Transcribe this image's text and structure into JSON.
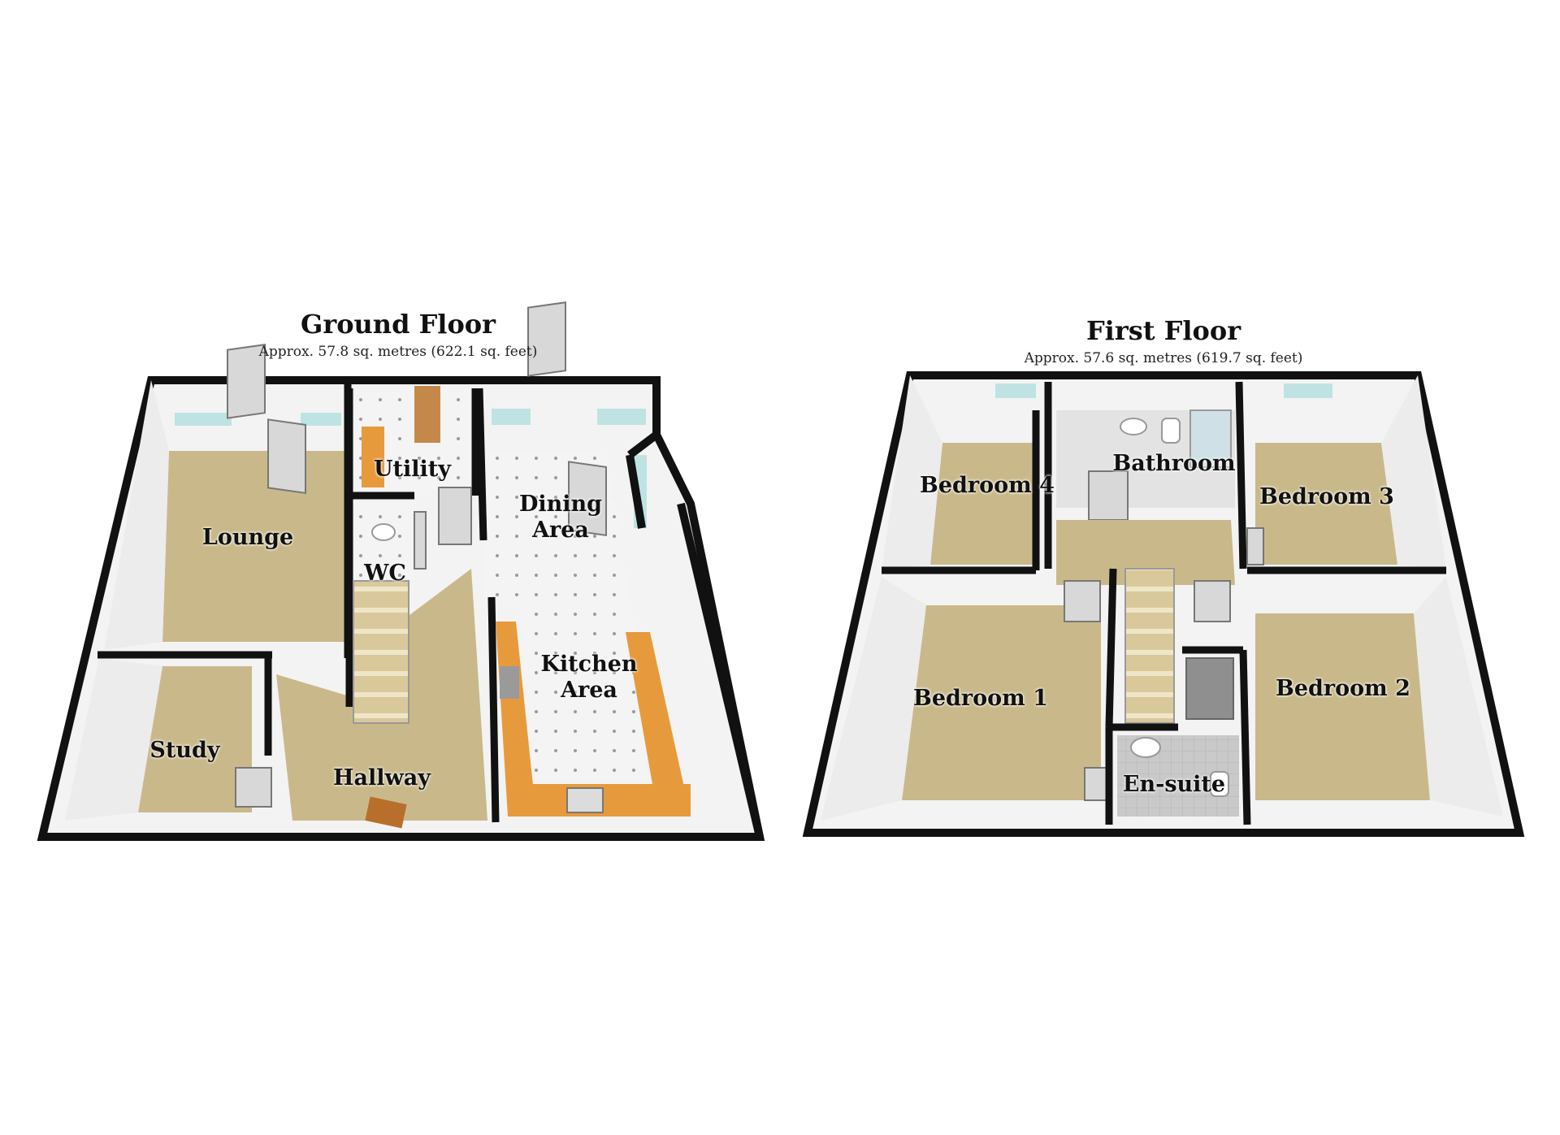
{
  "floors": [
    {
      "title": "Ground Floor",
      "area": "Approx. 57.8 sq. metres (622.1 sq. feet)",
      "rooms": {
        "lounge": "Lounge",
        "utility": "Utility",
        "wc": "WC",
        "dining": "Dining\nArea",
        "kitchen": "Kitchen\nArea",
        "study": "Study",
        "hallway": "Hallway"
      }
    },
    {
      "title": "First Floor",
      "area": "Approx. 57.6 sq. metres (619.7 sq. feet)",
      "rooms": {
        "bathroom": "Bathroom",
        "bedroom4": "Bedroom 4",
        "bedroom3": "Bedroom 3",
        "bedroom1": "Bedroom 1",
        "bedroom2": "Bedroom 2",
        "ensuite": "En-suite"
      }
    }
  ],
  "colors": {
    "carpet": "#c9b98a",
    "wall": "#111111",
    "wall_face": "#f3f3f3",
    "tile": "#f0f0f0",
    "worktop": "#e79a3c",
    "window": "#bfe3e3",
    "door": "#d8d8d8"
  }
}
